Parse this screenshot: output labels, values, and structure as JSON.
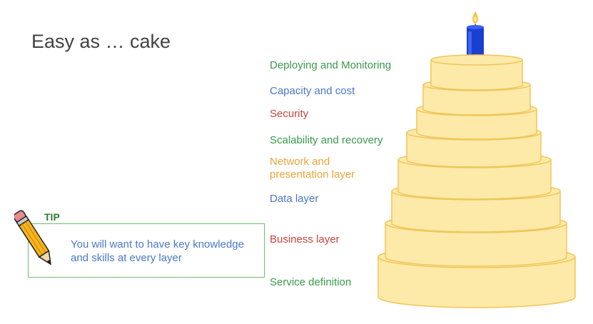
{
  "slide": {
    "title": "Easy as … cake",
    "layers": [
      {
        "label": "Deploying and Monitoring",
        "color": "#3a9a4a"
      },
      {
        "label": "Capacity and cost",
        "color": "#4a78c8"
      },
      {
        "label": "Security",
        "color": "#c8463c"
      },
      {
        "label": "Scalability and recovery",
        "color": "#3a9a4a"
      },
      {
        "label": "Network and",
        "color": "#f2a33a"
      },
      {
        "label": "presentation layer",
        "color": "#f2a33a"
      },
      {
        "label": "Data layer",
        "color": "#4a78c8"
      },
      {
        "label": "Business layer",
        "color": "#c8463c"
      },
      {
        "label": "Service definition",
        "color": "#3a9a4a"
      }
    ],
    "tip": {
      "label": "TIP",
      "text": "You will want to have key knowledge and skills at every layer"
    },
    "icons": {
      "pencil": "pencil-icon",
      "candle": "candle-icon"
    },
    "colors": {
      "cake_fill": "#fdeaa8",
      "cake_stroke": "#f2c45a",
      "candle": "#1a3fd0",
      "flame": "#f7c23a",
      "tip_border": "#6abf69"
    }
  }
}
